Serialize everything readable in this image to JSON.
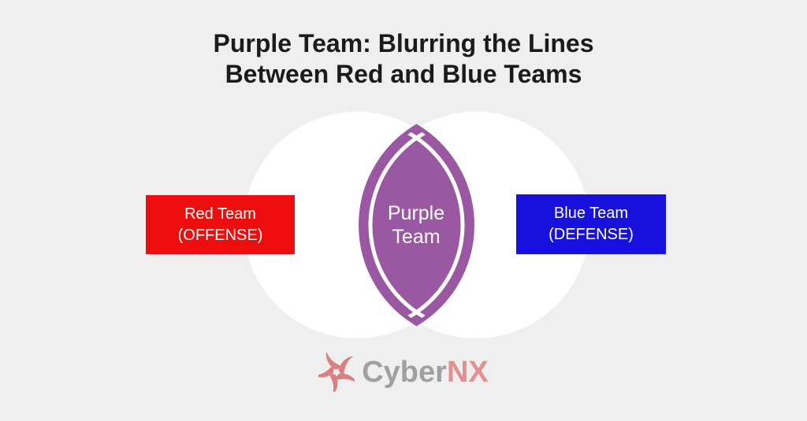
{
  "canvas": {
    "background": "#f0efef"
  },
  "title": {
    "line1": "Purple Team: Blurring the Lines",
    "line2": "Between Red and Blue Teams",
    "color": "#1b1b1b"
  },
  "venn": {
    "circle_color": "#ffffff",
    "lens": {
      "color": "#9a57a2",
      "inner_line_color": "#ffffff",
      "label_line1": "Purple",
      "label_line2": "Team",
      "label_color": "#ffffff"
    },
    "red_box": {
      "line1": "Red Team",
      "line2": "(OFFENSE)",
      "bg": "#ef0c0c",
      "text_color": "#ffffff"
    },
    "blue_box": {
      "line1": "Blue Team",
      "line2": "(DEFENSE)",
      "bg": "#1811dd",
      "text_color": "#ffffff"
    }
  },
  "footer": {
    "icon": "swirl-pinwheel-icon",
    "icon_color": "#d98080",
    "brand_primary": "Cyber",
    "brand_accent": "NX",
    "primary_color": "#a0a0a2",
    "accent_color": "#e28f8f"
  }
}
